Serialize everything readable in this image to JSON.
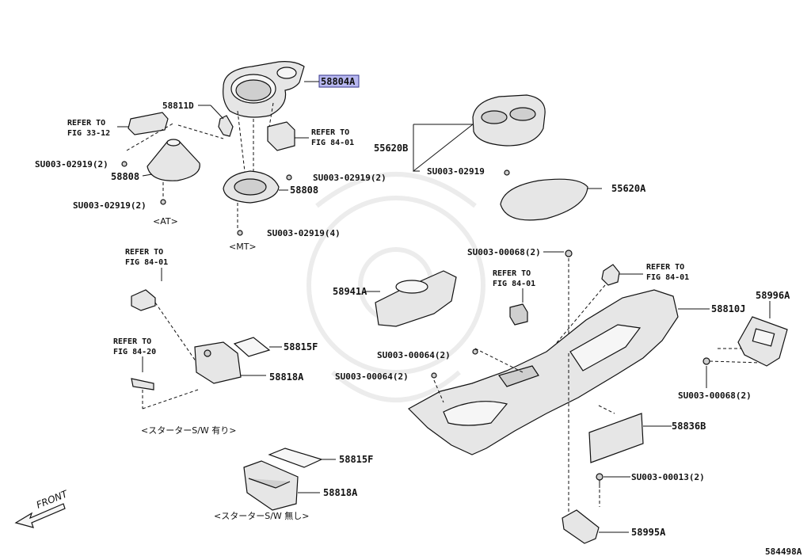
{
  "parts": {
    "p58804A": "58804A",
    "p58811D": "58811D",
    "p58808_at": "58808",
    "p58808_mt": "58808",
    "p55620B": "55620B",
    "p55620A": "55620A",
    "p58941A": "58941A",
    "p58810J": "58810J",
    "p58996A": "58996A",
    "p58815F_a": "58815F",
    "p58818A_a": "58818A",
    "p58815F_b": "58815F",
    "p58818A_b": "58818A",
    "p58836B": "58836B",
    "p58995A": "58995A"
  },
  "screws": {
    "s1": "SU003-02919(2)",
    "s2": "SU003-02919(2)",
    "s3": "SU003-02919(2)",
    "s4": "SU003-02919(4)",
    "s5": "SU003-02919",
    "s6": "SU003-00068(2)",
    "s7": "SU003-00064(2)",
    "s8": "SU003-00064(2)",
    "s9": "SU003-00068(2)",
    "s10": "SU003-00013(2)"
  },
  "refs": {
    "r1": [
      "REFER TO",
      "FIG 33-12"
    ],
    "r2": [
      "REFER TO",
      "FIG 84-01"
    ],
    "r3": [
      "REFER TO",
      "FIG 84-01"
    ],
    "r4": [
      "REFER TO",
      "FIG 84-01"
    ],
    "r5": [
      "REFER TO",
      "FIG 84-01"
    ],
    "r6": [
      "REFER TO",
      "FIG 84-20"
    ]
  },
  "captions": {
    "at": "<AT>",
    "mt": "<MT>",
    "starter_with": "<スターターS/W 有り>",
    "starter_without": "<スターターS/W 無し>"
  },
  "front_label": "FRONT",
  "figure_number": "584498A",
  "highlight_color": "#b8b8f0"
}
